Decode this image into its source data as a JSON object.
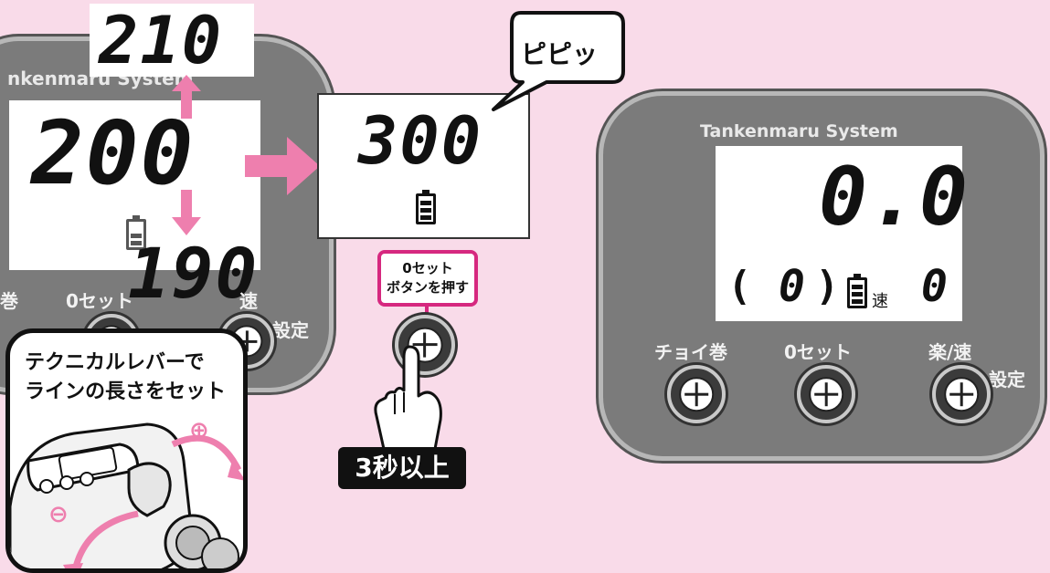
{
  "left_panel": {
    "brand": "nkenmaru System",
    "main_display": "200",
    "up_display": "210",
    "down_display": "190",
    "button_labels": [
      "巻",
      "0セット",
      "速"
    ],
    "settings_label": "設定"
  },
  "middle": {
    "display": "300",
    "beep_bubble": "ピピッ",
    "zero_set_note_line1": "0セット",
    "zero_set_note_line2": "ボタンを押す",
    "hold_label": "3秒以上"
  },
  "inset": {
    "caption_line1": "テクニカルレバーで",
    "caption_line2": "ラインの長さをセット",
    "plus_symbol": "⊕",
    "minus_symbol": "⊖"
  },
  "right_panel": {
    "brand": "Tankenmaru System",
    "main_display": "0.0",
    "open_paren": "(",
    "sub_display": "0",
    "close_paren": ")",
    "speed_char": "速",
    "speed_display": "0",
    "button_labels": [
      "チョイ巻",
      "0セット",
      "楽/速"
    ],
    "settings_label": "設定"
  },
  "colors": {
    "background": "#f9dbe9",
    "panel": "#7b7b7b",
    "arrow_pink": "#ee7fae",
    "callout_magenta": "#d6287f",
    "lcd": "#ffffff"
  }
}
